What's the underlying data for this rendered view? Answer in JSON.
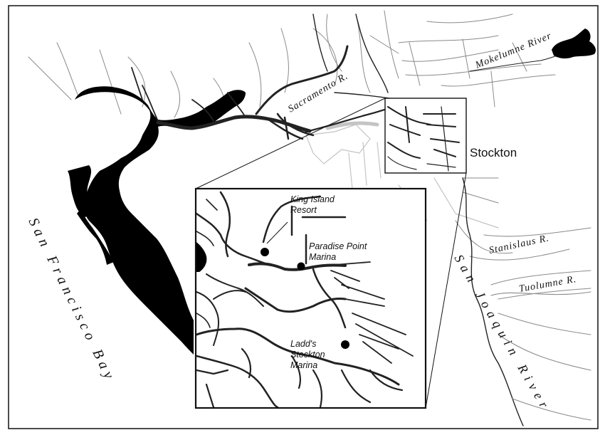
{
  "map": {
    "labels": {
      "sf_bay": "San Francisco Bay",
      "sacramento": "Sacramento R.",
      "mokelumne": "Mokelumne River",
      "stockton": "Stockton",
      "stanislaus": "Stanislaus R.",
      "tuolumne": "Tuolumne R.",
      "san_joaquin": "San Joaquin River"
    },
    "inset": {
      "sites": [
        {
          "name_line1": "King Island",
          "name_line2": "Resort"
        },
        {
          "name_line1": "Paradise Point",
          "name_line2": "Marina"
        },
        {
          "name_line1": "Ladd's",
          "name_line2": "Stockton",
          "name_line3": "Marina"
        }
      ]
    },
    "colors": {
      "water": "#000000",
      "background": "#ffffff",
      "minor_channels": "#8a8a8a"
    }
  }
}
